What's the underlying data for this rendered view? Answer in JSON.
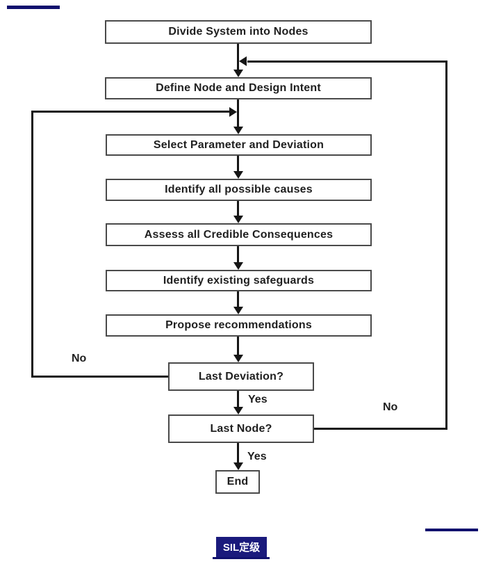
{
  "flowchart": {
    "nodes": [
      {
        "id": "divide-system",
        "label": "Divide System into Nodes"
      },
      {
        "id": "define-node",
        "label": "Define Node and Design Intent"
      },
      {
        "id": "select-parameter",
        "label": "Select Parameter and Deviation"
      },
      {
        "id": "identify-causes",
        "label": "Identify all possible causes"
      },
      {
        "id": "assess-consequences",
        "label": "Assess all Credible Consequences"
      },
      {
        "id": "identify-safeguards",
        "label": "Identify existing safeguards"
      },
      {
        "id": "propose-recommendations",
        "label": "Propose recommendations"
      },
      {
        "id": "last-deviation",
        "label": "Last Deviation?"
      },
      {
        "id": "last-node",
        "label": "Last Node?"
      },
      {
        "id": "end",
        "label": "End"
      }
    ],
    "edges": [
      {
        "from": "divide-system",
        "to": "define-node"
      },
      {
        "from": "define-node",
        "to": "select-parameter"
      },
      {
        "from": "select-parameter",
        "to": "identify-causes"
      },
      {
        "from": "identify-causes",
        "to": "assess-consequences"
      },
      {
        "from": "assess-consequences",
        "to": "identify-safeguards"
      },
      {
        "from": "identify-safeguards",
        "to": "propose-recommendations"
      },
      {
        "from": "propose-recommendations",
        "to": "last-deviation"
      },
      {
        "from": "last-deviation",
        "to": "select-parameter",
        "label": "No"
      },
      {
        "from": "last-deviation",
        "to": "last-node",
        "label": "Yes"
      },
      {
        "from": "last-node",
        "to": "define-node",
        "label": "No"
      },
      {
        "from": "last-node",
        "to": "end",
        "label": "Yes"
      }
    ],
    "edge_labels": {
      "last_deviation_no": "No",
      "last_deviation_yes": "Yes",
      "last_node_no": "No",
      "last_node_yes": "Yes"
    }
  },
  "footer": {
    "link_label": "SIL定级"
  },
  "colors": {
    "accent_navy": "#10106e",
    "link_background": "#1a1a7c",
    "link_text": "#ffffff",
    "connector": "#161616",
    "box_border": "#4a4a4a",
    "box_text": "#1f1f1f"
  }
}
